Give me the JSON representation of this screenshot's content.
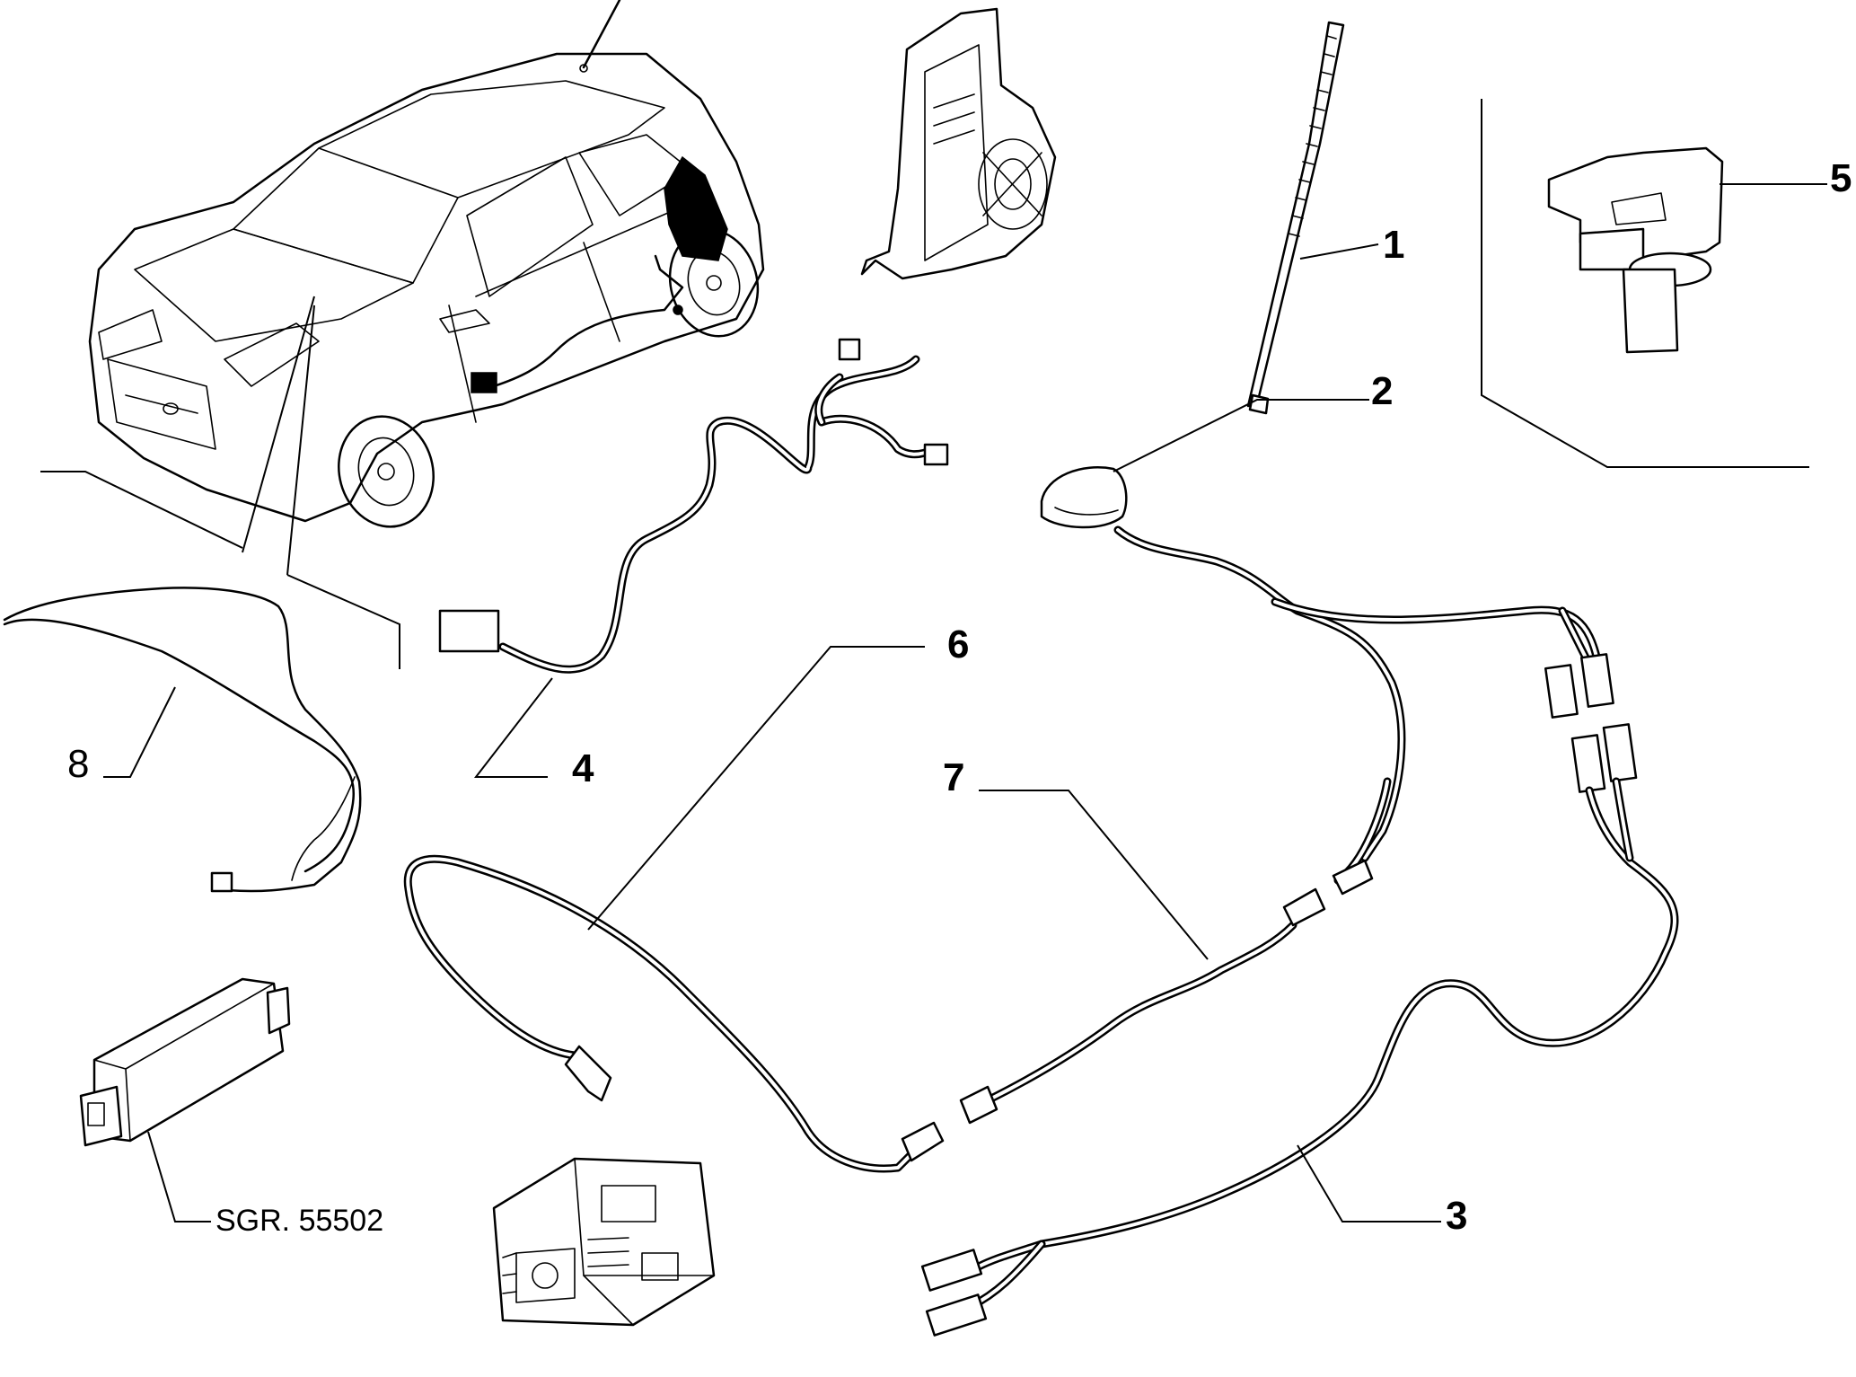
{
  "diagram": {
    "callouts": [
      {
        "id": "1",
        "label": "1"
      },
      {
        "id": "2",
        "label": "2"
      },
      {
        "id": "3",
        "label": "3"
      },
      {
        "id": "4",
        "label": "4"
      },
      {
        "id": "5",
        "label": "5"
      },
      {
        "id": "6",
        "label": "6"
      },
      {
        "id": "7",
        "label": "7"
      },
      {
        "id": "8",
        "label": "8"
      }
    ],
    "reference_label": "SGR. 55502"
  }
}
